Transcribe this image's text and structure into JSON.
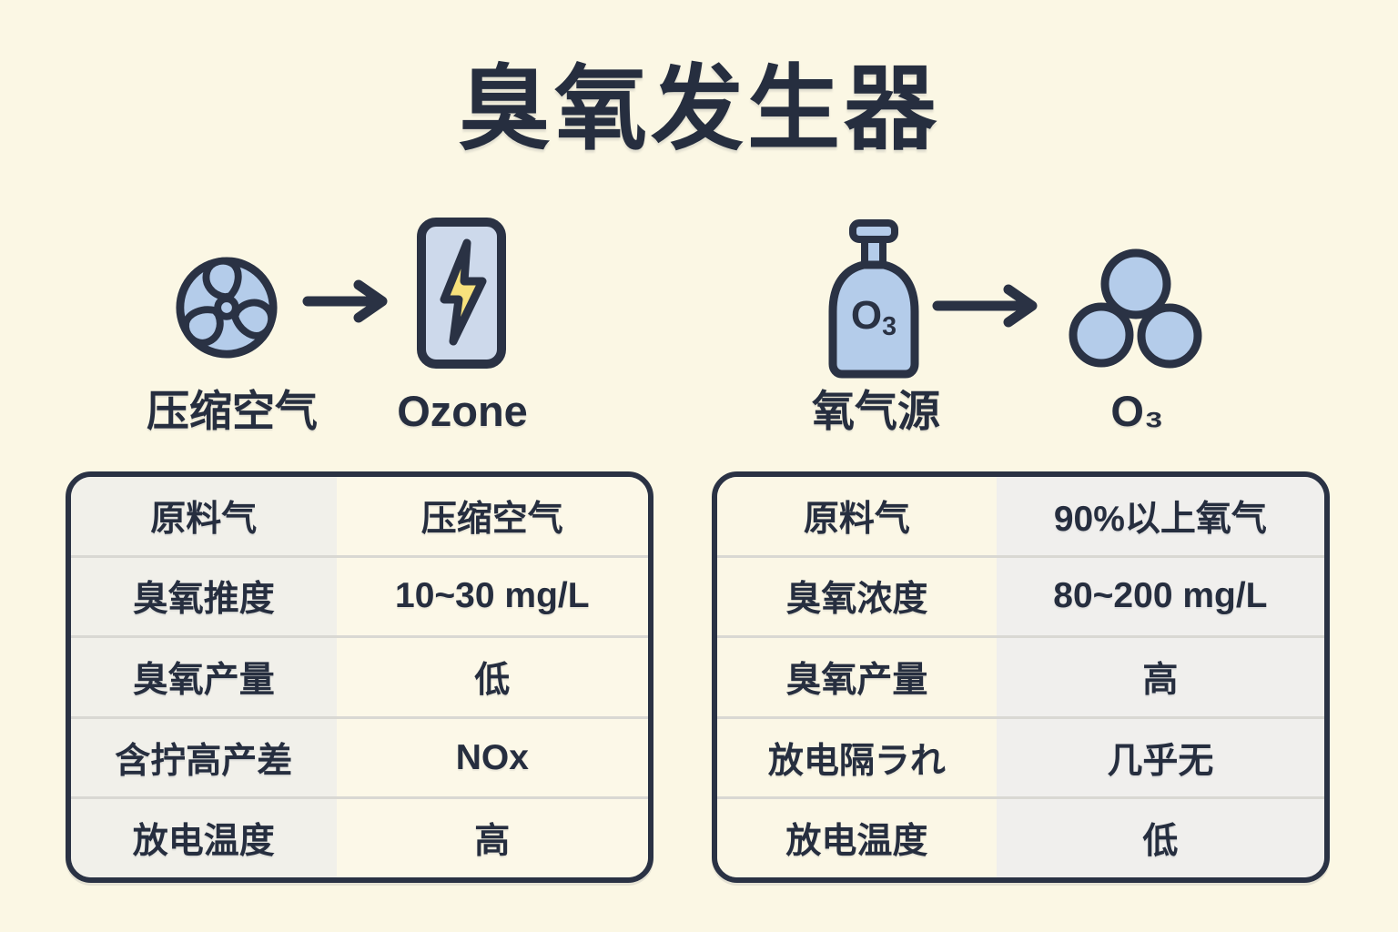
{
  "title": "臭氧发生器",
  "left_flow": {
    "source_label": "压缩空气",
    "result_label": "Ozone"
  },
  "right_flow": {
    "source_label": "氧气源",
    "result_label": "O₃",
    "cylinder_text_main": "O",
    "cylinder_text_sub": "3"
  },
  "left_table": {
    "rows": [
      {
        "label": "原料气",
        "value": "压缩空气"
      },
      {
        "label": "臭氧推度",
        "value": "10~30 mg/L"
      },
      {
        "label": "臭氧产量",
        "value": "低"
      },
      {
        "label": "含拧高产差",
        "value": "NOx"
      },
      {
        "label": "放电温度",
        "value": "高"
      }
    ]
  },
  "right_table": {
    "rows": [
      {
        "label": "原料气",
        "value": "90%以上氧气"
      },
      {
        "label": "臭氧浓度",
        "value": "80~200 mg/L"
      },
      {
        "label": "臭氧产量",
        "value": "高"
      },
      {
        "label": "放电隔ラれ",
        "value": "几乎无"
      },
      {
        "label": "放电温度",
        "value": "低"
      }
    ]
  },
  "icons": [
    "fan-icon",
    "arrow-right-icon",
    "ozone-generator-icon",
    "oxygen-cylinder-icon",
    "ozone-molecule-icon"
  ],
  "colors": {
    "background": "#FBF7E4",
    "ink": "#2A3244",
    "icon_blue": "#B4CCEA",
    "box_blue": "#CDD9EB",
    "bolt_yellow": "#F7E17C",
    "label_cell_gray": "#F1F0EA",
    "value_cell_cream": "#FCF8E8",
    "value_cell_gray": "#F0EFED",
    "divider": "#D9D8D3"
  }
}
